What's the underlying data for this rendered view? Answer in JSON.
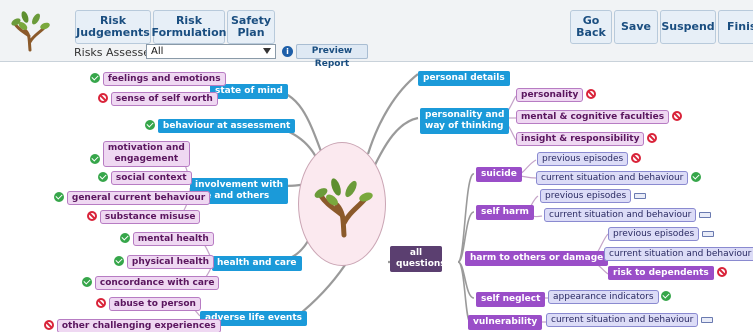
{
  "toolbar": {
    "buttons_left": [
      "Risk\nJudgements",
      "Risk\nFormulation",
      "Safety\nPlan"
    ],
    "buttons_right": [
      "Go\nBack",
      "Save",
      "Suspend",
      "Finish"
    ],
    "risks_label": "Risks Assessed:",
    "risks_value": "All",
    "preview_label": "Preview Report"
  },
  "center_label": "all\nquestions",
  "left_nodes": {
    "state_of_mind": "state of mind",
    "feelings": "feelings and emotions",
    "self_worth": "sense of self worth",
    "behaviour": "behaviour at assessment",
    "involvement": "involvement with\nlife and others",
    "motivation": "motivation and\nengagement",
    "social": "social context",
    "general_behaviour": "general current behaviour",
    "substance": "substance misuse",
    "health_care": "health and care",
    "mental_health": "mental health",
    "physical_health": "physical health",
    "concordance": "concordance with care",
    "adverse": "adverse life events",
    "abuse": "abuse to person",
    "other_exp": "other challenging experiences"
  },
  "right_nodes": {
    "personal_details": "personal details",
    "personality_way": "personality and\nway of thinking",
    "personality": "personality",
    "mental_cog": "mental & cognitive faculties",
    "insight": "insight & responsibility",
    "suicide": "suicide",
    "suicide_prev": "previous episodes",
    "suicide_current": "current situation and behaviour",
    "self_harm": "self harm",
    "sh_prev": "previous episodes",
    "sh_current": "current situation and behaviour",
    "harm_others": "harm to others or damage",
    "ho_prev": "previous episodes",
    "ho_current": "current situation and behaviour",
    "risk_dependents": "risk to dependents",
    "self_neglect": "self neglect",
    "appearance": "appearance indicators",
    "vulnerability": "vulnerability",
    "vuln_current": "current situation and behaviour"
  },
  "colors": {
    "blue": "#1b9ad9",
    "purple": "#9a4ec8",
    "center": "#5b3f70",
    "ok": "#36a64a",
    "no": "#d9243a"
  }
}
